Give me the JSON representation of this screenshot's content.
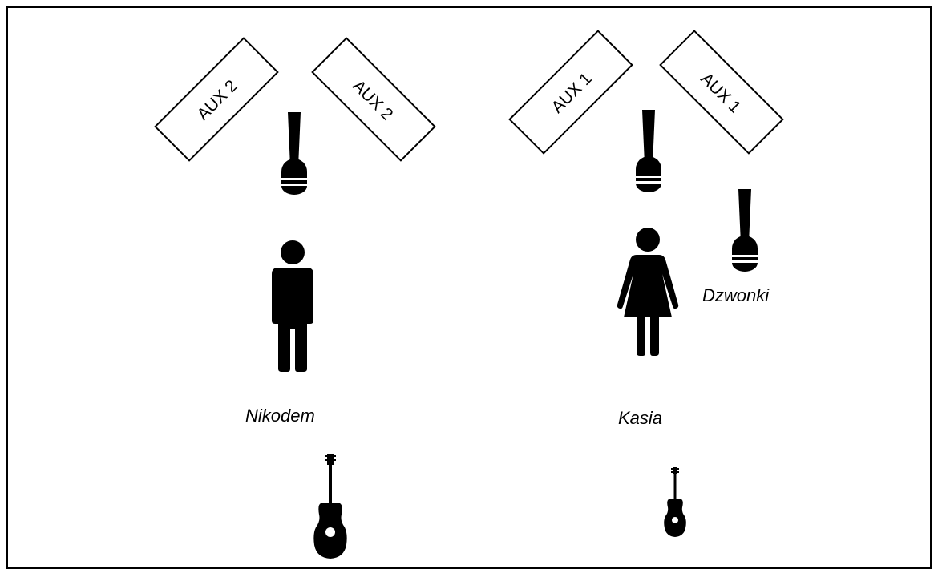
{
  "colors": {
    "ink": "#000000",
    "background": "#ffffff",
    "frame": "#000000"
  },
  "monitors": [
    {
      "label": "AUX 2",
      "orientation": "angled-left"
    },
    {
      "label": "AUX 2",
      "orientation": "angled-right"
    },
    {
      "label": "AUX 1",
      "orientation": "angled-left"
    },
    {
      "label": "AUX 1",
      "orientation": "angled-right"
    }
  ],
  "microphones": [
    {
      "icon": "microphone-icon",
      "for": "Nikodem"
    },
    {
      "icon": "microphone-icon",
      "for": "Kasia"
    },
    {
      "icon": "microphone-icon",
      "for": "Dzwonki"
    }
  ],
  "performers": [
    {
      "name": "Nikodem",
      "icon": "man-icon",
      "instrument_icon": "acoustic-guitar-icon"
    },
    {
      "name": "Kasia",
      "icon": "woman-icon",
      "instrument_icon": "acoustic-guitar-icon"
    }
  ],
  "extra_labels": {
    "dzwonki": "Dzwonki"
  }
}
